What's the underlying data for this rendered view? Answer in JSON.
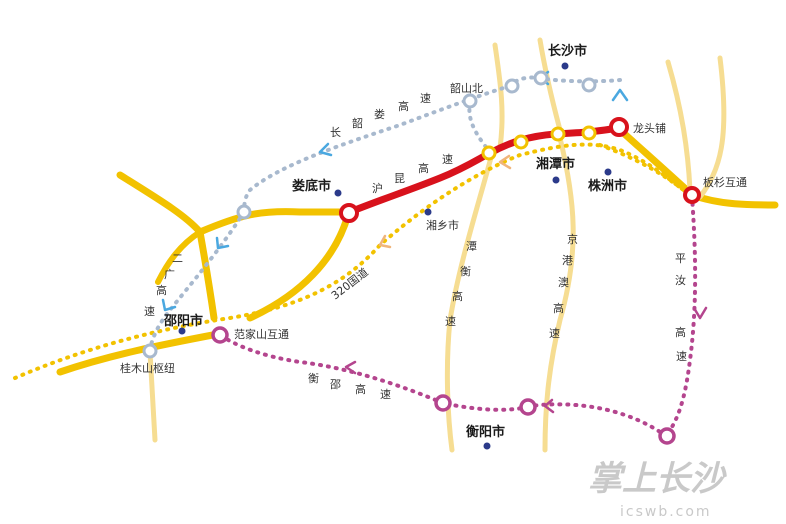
{
  "colors": {
    "yellow_road": "#f2c200",
    "light_yellow_road": "#f6dd92",
    "red_route": "#d8121c",
    "purple_route": "#b4458e",
    "blue_route": "#a8b9ce",
    "orange_arrow": "#f0b57c",
    "city_dot": "#2b3a8a",
    "blue_arrow": "#4aa8e0",
    "watermark": "#c9c9c9"
  },
  "cities": {
    "changsha": "长沙市",
    "loudi": "娄底市",
    "xiangtan": "湘潭市",
    "zhuzhou": "株洲市",
    "shaoyang": "邵阳市",
    "hengyang": "衡阳市"
  },
  "nodes": {
    "shaoshan_north": "韶山北",
    "longtoupu": "龙头铺",
    "banshan": "板杉互通",
    "fanjiashan": "范家山互通",
    "guimushan": "桂木山枢纽",
    "xiangxiang": "湘乡市"
  },
  "roads": {
    "changshaolou": [
      "长",
      "韶",
      "娄",
      "高",
      "速"
    ],
    "hukun": [
      "沪",
      "昆",
      "高",
      "速"
    ],
    "guodao320": "320国道",
    "ergaoguang": [
      "二",
      "广",
      "高",
      "速"
    ],
    "tanheng": [
      "潭",
      "衡",
      "高",
      "速"
    ],
    "jinggangao": [
      "京",
      "港",
      "澳",
      "高",
      "速"
    ],
    "pingru": [
      "平",
      "汝",
      "高",
      "速"
    ],
    "hengshao": [
      "衡",
      "邵",
      "高",
      "速"
    ]
  },
  "watermark": {
    "logo_text": "掌上长沙",
    "url": "icswb.com"
  }
}
